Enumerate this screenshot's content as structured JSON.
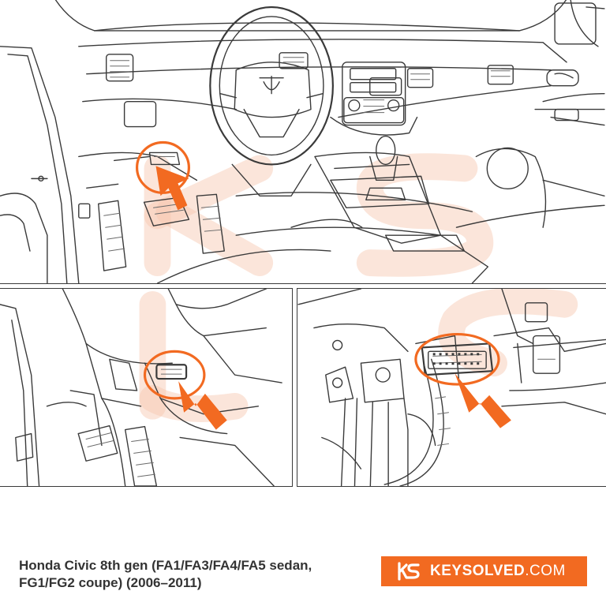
{
  "caption": {
    "line1": "Honda Civic 8th gen (FA1/FA3/FA4/FA5 sedan,",
    "line2": "FG1/FG2 coupe) (2006–2011)"
  },
  "brand": {
    "name": "KEYSOLVED",
    "tld": ".COM",
    "background": "#f26a21",
    "text_color": "#ffffff"
  },
  "colors": {
    "accent": "#f26a21",
    "line_art": "#3a3a3a",
    "watermark": "#f6c6ae"
  },
  "panels": {
    "top": {
      "icon": "dashboard-overview-illustration",
      "highlight": "obd-port-location-ring"
    },
    "bottom_left": {
      "icon": "under-dash-closeup-illustration",
      "highlight": "obd-port-ring"
    },
    "bottom_right": {
      "icon": "obd-connector-detail-illustration",
      "highlight": "obd-connector-ring"
    }
  }
}
